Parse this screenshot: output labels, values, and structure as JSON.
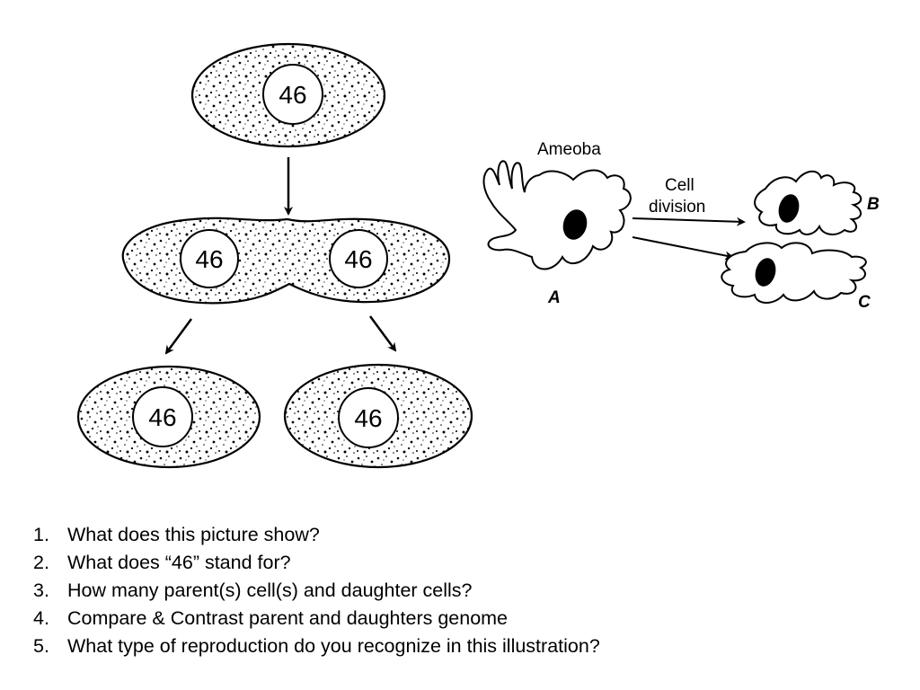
{
  "mitosis": {
    "parent_label": "46",
    "dividing_left_label": "46",
    "dividing_right_label": "46",
    "daughter_left_label": "46",
    "daughter_right_label": "46"
  },
  "amoeba": {
    "title": "Ameoba",
    "division_line1": "Cell",
    "division_line2": "division",
    "label_a": "A",
    "label_b": "B",
    "label_c": "C"
  },
  "questions": [
    {
      "num": "1.",
      "text": "What does this picture show?"
    },
    {
      "num": "2.",
      "text": "What does “46” stand for?"
    },
    {
      "num": "3.",
      "text": "How many parent(s) cell(s) and daughter cells?"
    },
    {
      "num": "4.",
      "text": "Compare & Contrast parent and daughters genome"
    },
    {
      "num": "5.",
      "text": "What type of reproduction do you recognize in this illustration?"
    }
  ]
}
